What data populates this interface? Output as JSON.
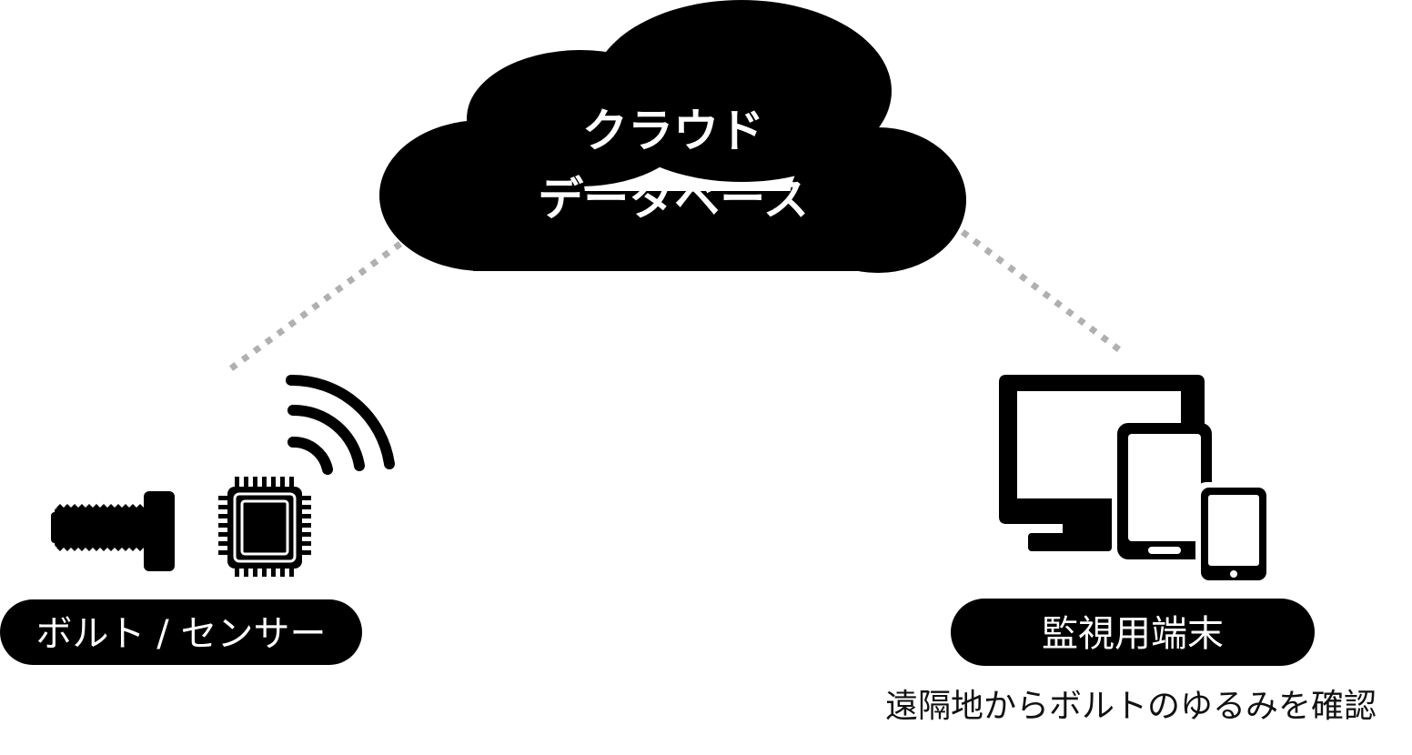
{
  "cloud": {
    "line1": "クラウド",
    "line2": "データベース",
    "icon": "cloud-icon"
  },
  "left_node": {
    "label": "ボルト / センサー",
    "icons": [
      "bolt-icon",
      "sensor-chip-icon",
      "wireless-signal-icon"
    ]
  },
  "right_node": {
    "label": "監視用端末",
    "caption": "遠隔地からボルトのゆるみを確認",
    "icons": [
      "monitor-icon",
      "tablet-icon",
      "smartphone-icon"
    ]
  },
  "colors": {
    "foreground": "#000000",
    "connector": "#b0b0b0",
    "label_text": "#ffffff",
    "background": "#ffffff"
  }
}
